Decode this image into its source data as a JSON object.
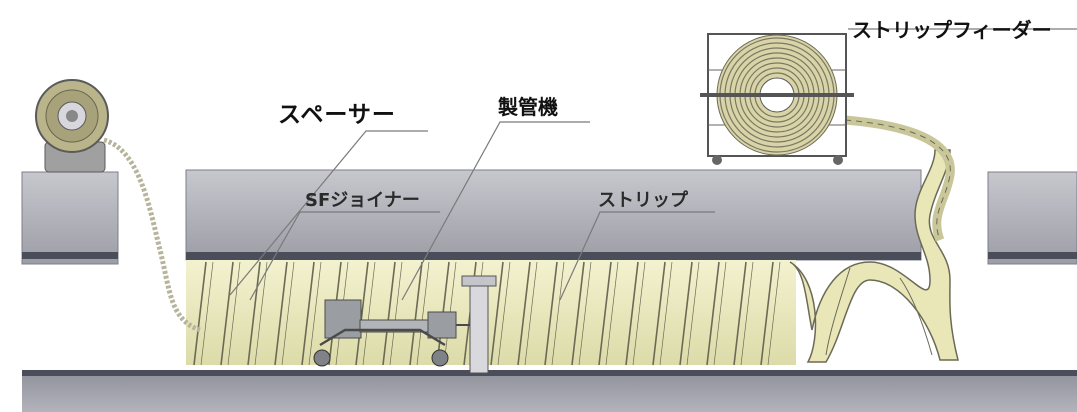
{
  "labels": {
    "strip_feeder": "ストリップフィーダー",
    "spacer": "スペーサー",
    "pipe_machine": "製管機",
    "sf_joiner": "SFジョイナー",
    "strip": "ストリップ"
  },
  "colors": {
    "background": "#ffffff",
    "structure": "#a9a9b1",
    "structure_dark": "#4a4d5a",
    "strip_fill": "#efeec3",
    "strip_line": "#6b6a56",
    "machine": "#8f9396",
    "reel": "#b9b48a"
  }
}
